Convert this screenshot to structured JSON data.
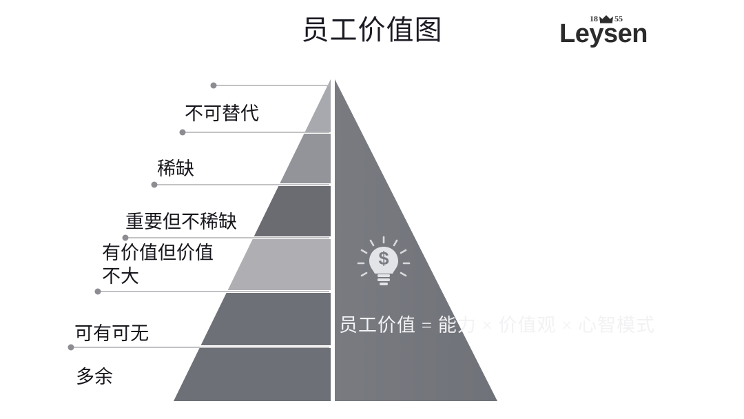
{
  "slide": {
    "title": "员工价值图",
    "background_color": "#ffffff"
  },
  "logo": {
    "name": "leysen-logo",
    "wordmark": "Leysen",
    "year_left": "18",
    "year_right": "55",
    "crown_icon": "crown-icon"
  },
  "pyramid": {
    "apex_label": "pyramid-apex",
    "gap_color": "#ffffff",
    "right_face_color": "#75777d",
    "levels": [
      {
        "label": "不可替代",
        "color": "#a8a9ae"
      },
      {
        "label": "稀缺",
        "color": "#93949a"
      },
      {
        "label": "重要但不稀缺",
        "color": "#6b6c72"
      },
      {
        "label": "有价值但价值\n不大",
        "color": "#aeaeb3"
      },
      {
        "label": "可有可无",
        "color": "#6e7077"
      },
      {
        "label": "多余",
        "color": "#6e7077"
      }
    ]
  },
  "content": {
    "formula": "员工价值 = 能力 × 价值观 × 心智模式",
    "bulb_icon": "lightbulb-dollar-icon"
  }
}
